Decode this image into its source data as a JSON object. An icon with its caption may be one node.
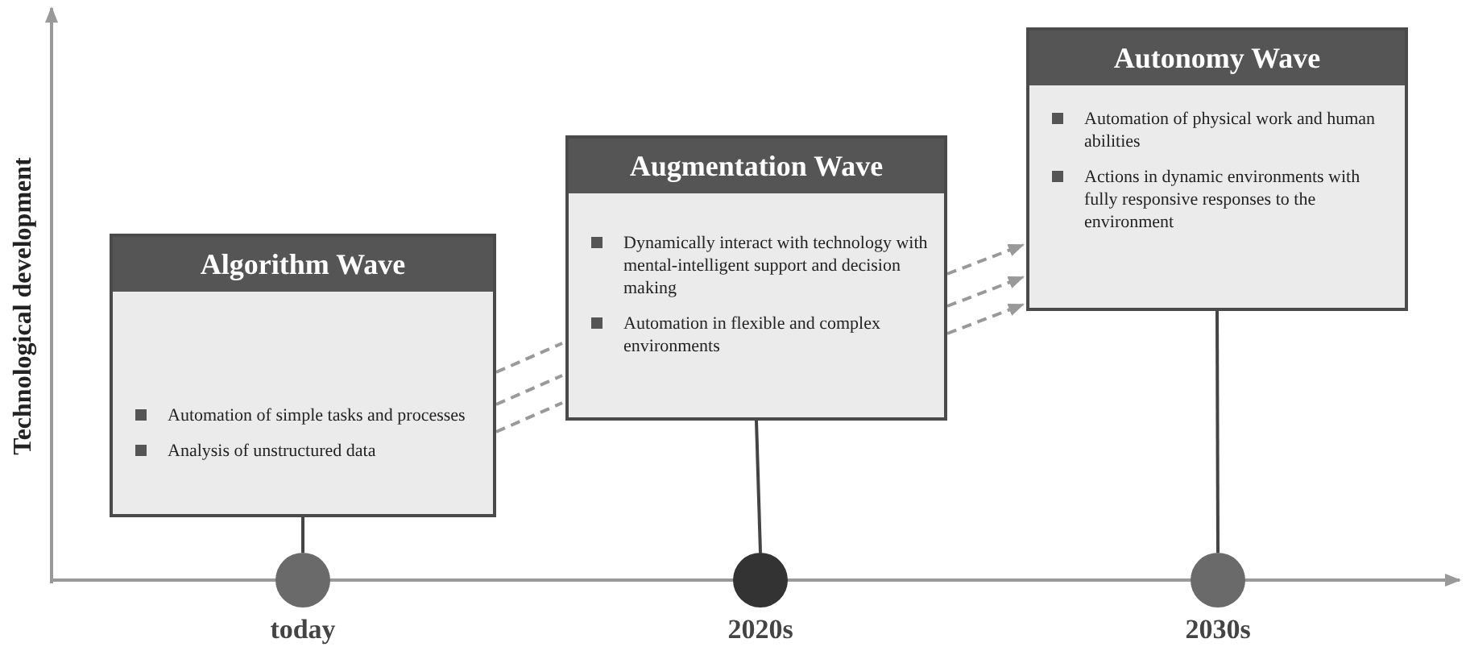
{
  "diagram": {
    "nodes": [
      {
        "text": [
          "Algorithm Wave",
          "Automation of simple tasks and processes",
          "Analysis of unstructured data"
        ]
      },
      {
        "text": [
          "Augmentation Wave",
          "Dynamically interact with technology with mental-intelligent support and decision making",
          "Automation in flexible and complex environments"
        ]
      },
      {
        "text": [
          "Autonomy Wave",
          "Automation of physical work and human abilities",
          "Actions in dynamic environments with fully responsive responses to the environment"
        ]
      },
      {
        "text": [],
        "shape": "circle",
        "beside": [
          "today"
        ]
      },
      {
        "text": [],
        "shape": "circle",
        "beside": [
          "2020s"
        ]
      },
      {
        "text": [],
        "shape": "circle",
        "beside": [
          "2030s"
        ]
      }
    ],
    "edges": [
      {
        "from": 0,
        "to": 3,
        "arrow": "none"
      },
      {
        "from": 1,
        "to": 4,
        "arrow": "none"
      },
      {
        "from": 2,
        "to": 5,
        "arrow": "none"
      },
      {
        "from": 0,
        "to": 1,
        "arrow": "none",
        "style": "dashed"
      },
      {
        "from": 0,
        "to": 1,
        "arrow": "none",
        "style": "dashed"
      },
      {
        "from": 0,
        "to": 1,
        "arrow": "none",
        "style": "dashed"
      },
      {
        "from": 1,
        "to": 2,
        "arrow": "to",
        "style": "dashed"
      },
      {
        "from": 1,
        "to": 2,
        "arrow": "to",
        "style": "dashed"
      },
      {
        "from": 1,
        "to": 2,
        "arrow": "to",
        "style": "dashed"
      }
    ],
    "labels": [
      "Technological development"
    ]
  }
}
